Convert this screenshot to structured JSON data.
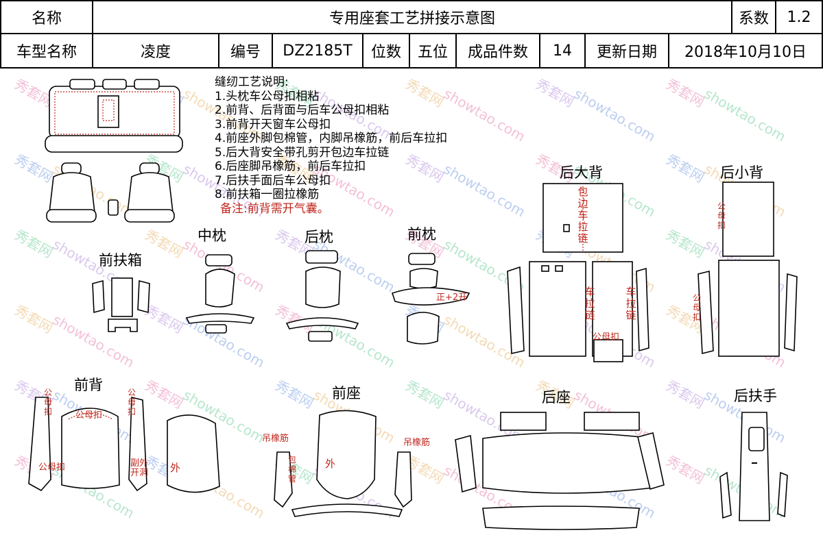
{
  "header": {
    "name_label": "名称",
    "title": "专用座套工艺拼接示意图",
    "coef_label": "系数",
    "coef_value": "1.2",
    "model_label": "车型名称",
    "model_value": "凌度",
    "code_label": "编号",
    "code_value": "DZ2185T",
    "seats_label": "位数",
    "seats_value": "五位",
    "pieces_label": "成品件数",
    "pieces_value": "14",
    "date_label": "更新日期",
    "date_value": "2018年10月10日"
  },
  "notes": {
    "heading": "缝纫工艺说明:",
    "items": [
      "1.头枕车公母扣相粘",
      "2.前背、后背面与后车公母扣相粘",
      "3.前背开天窗车公母扣",
      "4.前座外脚包棉管，内脚吊橡筋，前后车拉扣",
      "5.后大背安全带孔剪开包边车拉链",
      "6.后座脚吊橡筋，前后车拉扣",
      "7.后扶手面后车公母扣",
      "8.前扶箱一圈拉橡筋"
    ],
    "remark": "备注:前背需开气囊。"
  },
  "sections": {
    "front_armbox": "前扶箱",
    "mid_pillow": "中枕",
    "rear_pillow": "后枕",
    "front_pillow": "前枕",
    "rear_big_back": "后大背",
    "rear_small_back": "后小背",
    "front_back": "前背",
    "front_seat": "前座",
    "rear_seat": "后座",
    "rear_armrest": "后扶手"
  },
  "labels": {
    "binding_zipper": "包边车拉链",
    "zipper": "车拉链",
    "male_female": "公母扣",
    "slot": "正+2开",
    "elastic": "吊橡筋",
    "cotton_tube": "包棉管",
    "outer": "外",
    "side_open": "副外开洞"
  },
  "watermark": {
    "site": "showtao.com",
    "cn": "秀套网",
    "colors": [
      "#e05a9a",
      "#4f7fd8",
      "#3fbf7a",
      "#e0a040",
      "#a070d0"
    ]
  }
}
